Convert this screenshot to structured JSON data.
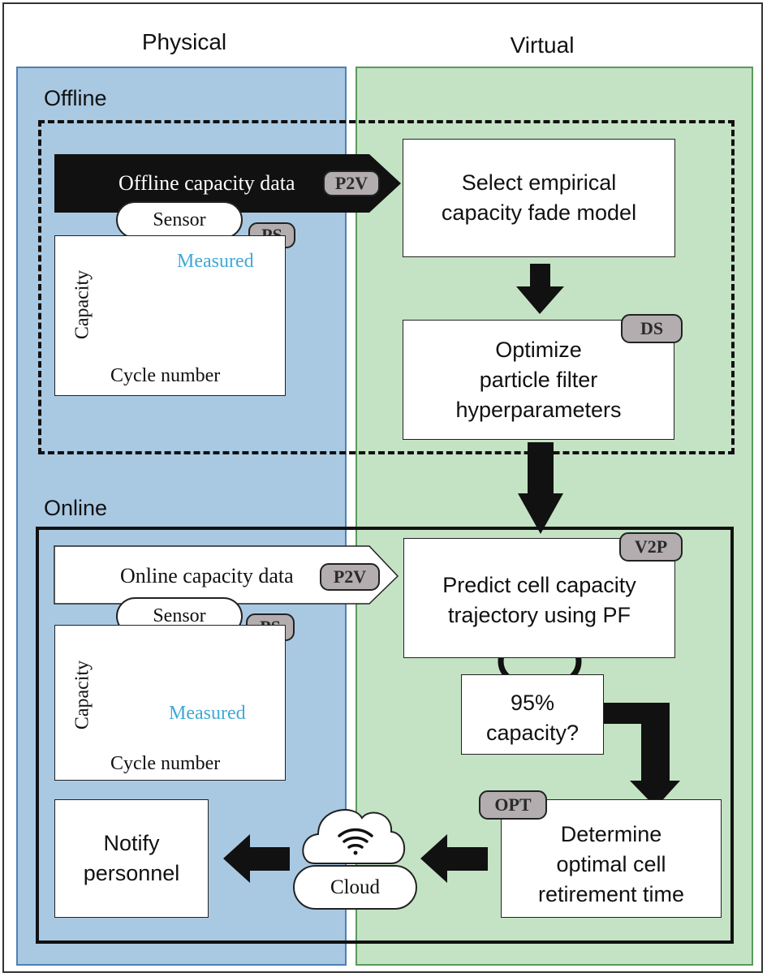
{
  "colors": {
    "physical_bg": "#a9c9e3",
    "virtual_bg": "#c4e3c4",
    "tag_bg": "#b3adaf",
    "measured": "#3fa8d6",
    "arrow": "#111111"
  },
  "columns": {
    "physical": "Physical",
    "virtual": "Virtual"
  },
  "offline": {
    "label": "Offline",
    "banner": {
      "text": "Offline capacity data",
      "tag": "P2V"
    },
    "sensor": {
      "label": "Sensor",
      "tag": "PS"
    },
    "plot": {
      "ylabel": "Capacity",
      "xlabel": "Cycle number",
      "series_label": "Measured"
    },
    "step1": "Select empirical\ncapacity fade model",
    "step2": {
      "text": "Optimize\nparticle filter\nhyperparameters",
      "tag": "DS"
    }
  },
  "online": {
    "label": "Online",
    "banner": {
      "text": "Online capacity data",
      "tag": "P2V"
    },
    "sensor": {
      "label": "Sensor",
      "tag": "PS"
    },
    "plot": {
      "ylabel": "Capacity",
      "xlabel": "Cycle number",
      "series_label": "Measured"
    },
    "predict": {
      "text": "Predict cell capacity\ntrajectory using PF",
      "tag": "V2P"
    },
    "check": "95%\ncapacity?",
    "determine": {
      "text": "Determine\noptimal cell\nretirement time",
      "tag": "OPT"
    },
    "cloud": {
      "label": "Cloud",
      "icon": "wifi-icon"
    },
    "notify": "Notify\npersonnel"
  }
}
